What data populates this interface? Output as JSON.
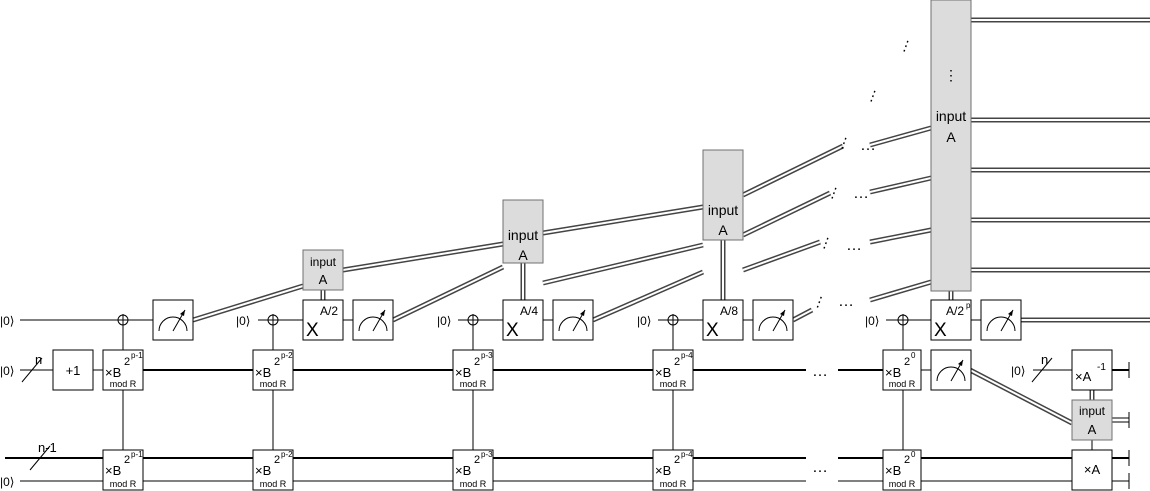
{
  "labels": {
    "ket0": "|0⟩",
    "n": "n",
    "n_minus_1": "n-1",
    "plus_one": "+1",
    "x": "X",
    "input": "input",
    "a": "A",
    "times_b": "×B",
    "mod_r": "mod R",
    "times_a_inverse": "×A",
    "inverse_exp": "-1",
    "times_a": "×A",
    "hdots": "…",
    "vdots": "⋮"
  },
  "stages": [
    {
      "exp": "p-1",
      "x_exp": "A/2"
    },
    {
      "exp": "p-2",
      "x_exp": "A/4"
    },
    {
      "exp": "p-3",
      "x_exp": "A/8"
    },
    {
      "exp": "p-4",
      "x_exp": ""
    },
    {
      "exp": "0",
      "x_exp": "A/2"
    }
  ],
  "final_x_superscript": "p"
}
